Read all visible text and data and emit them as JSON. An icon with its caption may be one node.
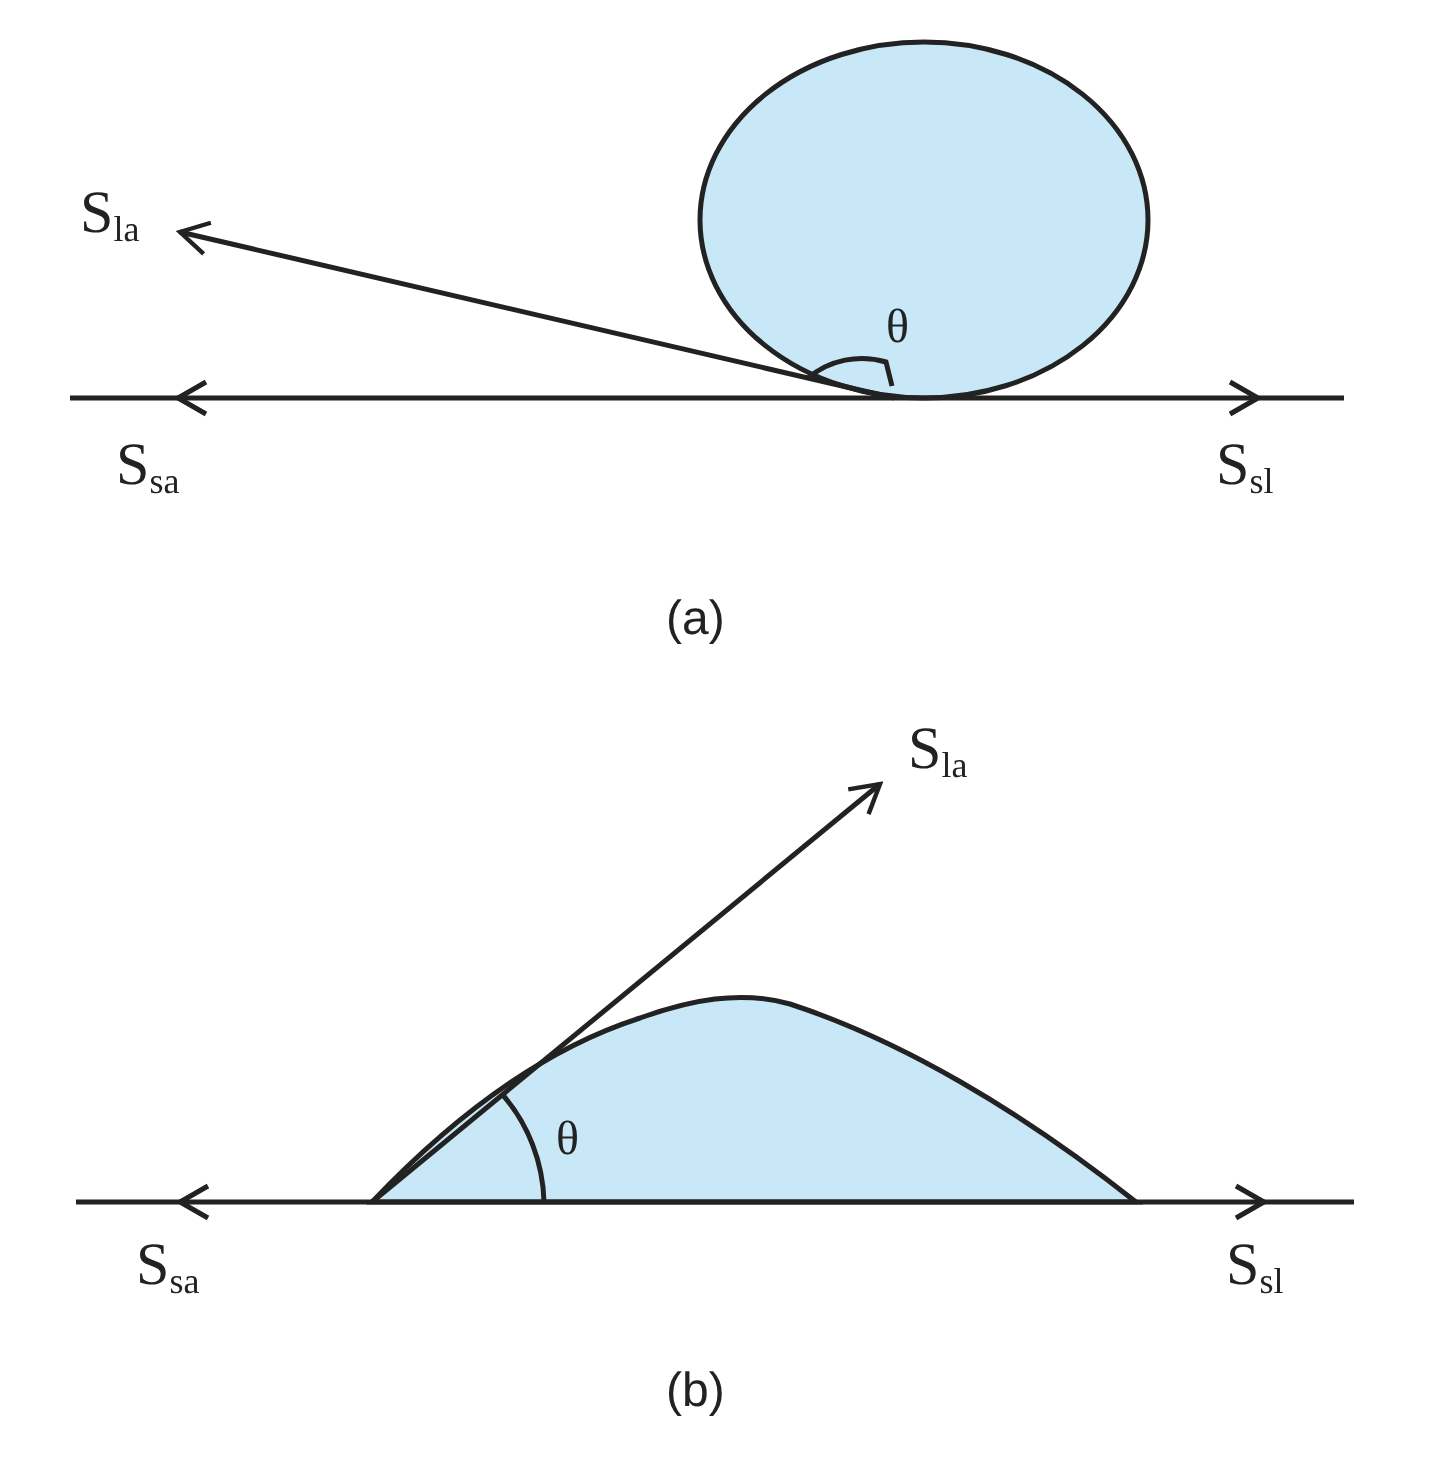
{
  "diagram": {
    "labels": [
      "S$_{la}$",
      "θ",
      "S$_{sa}$",
      "S$_{sl}$",
      "(a)",
      "S$_{la}$",
      "θ",
      "S$_{sa}$",
      "S$_{sl}$",
      "(b)"
    ]
  }
}
